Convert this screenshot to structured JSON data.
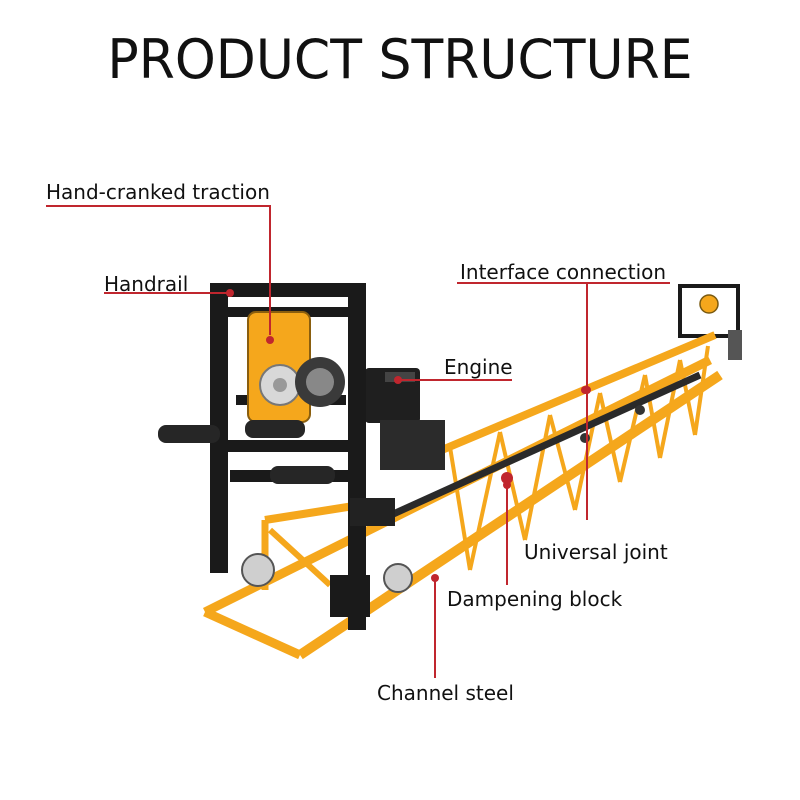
{
  "title": "PRODUCT STRUCTURE",
  "labels": {
    "hand_cranked_traction": "Hand-cranked traction",
    "handrail": "Handrail",
    "interface_connection": "Interface connection",
    "engine": "Engine",
    "universal_joint": "Universal joint",
    "dampening_block": "Dampening block",
    "channel_steel": "Channel steel"
  },
  "colors": {
    "frame_yellow": "#f5a71c",
    "frame_black": "#1a1a1a",
    "leader_red": "#c0262e",
    "text": "#111111"
  }
}
